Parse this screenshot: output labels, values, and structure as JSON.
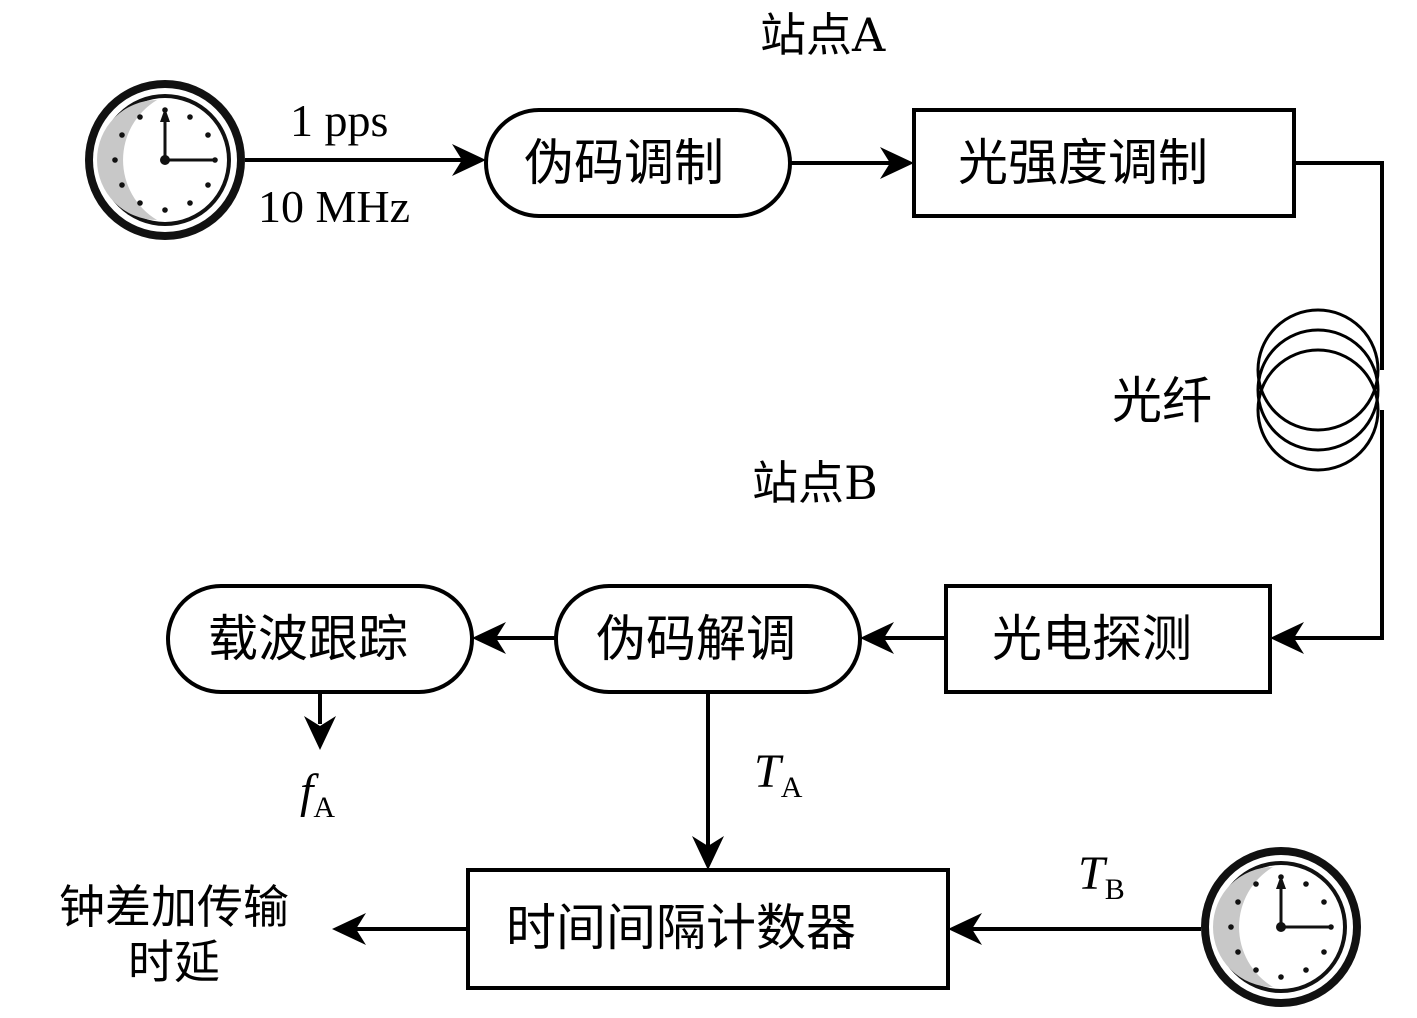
{
  "site_a": {
    "label": "站点A"
  },
  "site_b": {
    "label": "站点B"
  },
  "clock_a_signals": {
    "pps": "1 pps",
    "freq": "10 MHz"
  },
  "boxes": {
    "pn_modulation": "伪码调制",
    "intensity_modulation": "光强度调制",
    "fiber": "光纤",
    "photo_detection": "光电探测",
    "pn_demodulation": "伪码解调",
    "carrier_tracking": "载波跟踪",
    "time_interval_counter": "时间间隔计数器"
  },
  "symbols": {
    "fa_main": "f",
    "fa_sub": "A",
    "ta_main": "T",
    "ta_sub": "A",
    "tb_main": "T",
    "tb_sub": "B"
  },
  "output": {
    "line1": "钟差加传输",
    "line2": "时延"
  },
  "icons": [
    "clock-icon",
    "fiber-coil-icon",
    "clock-icon"
  ]
}
